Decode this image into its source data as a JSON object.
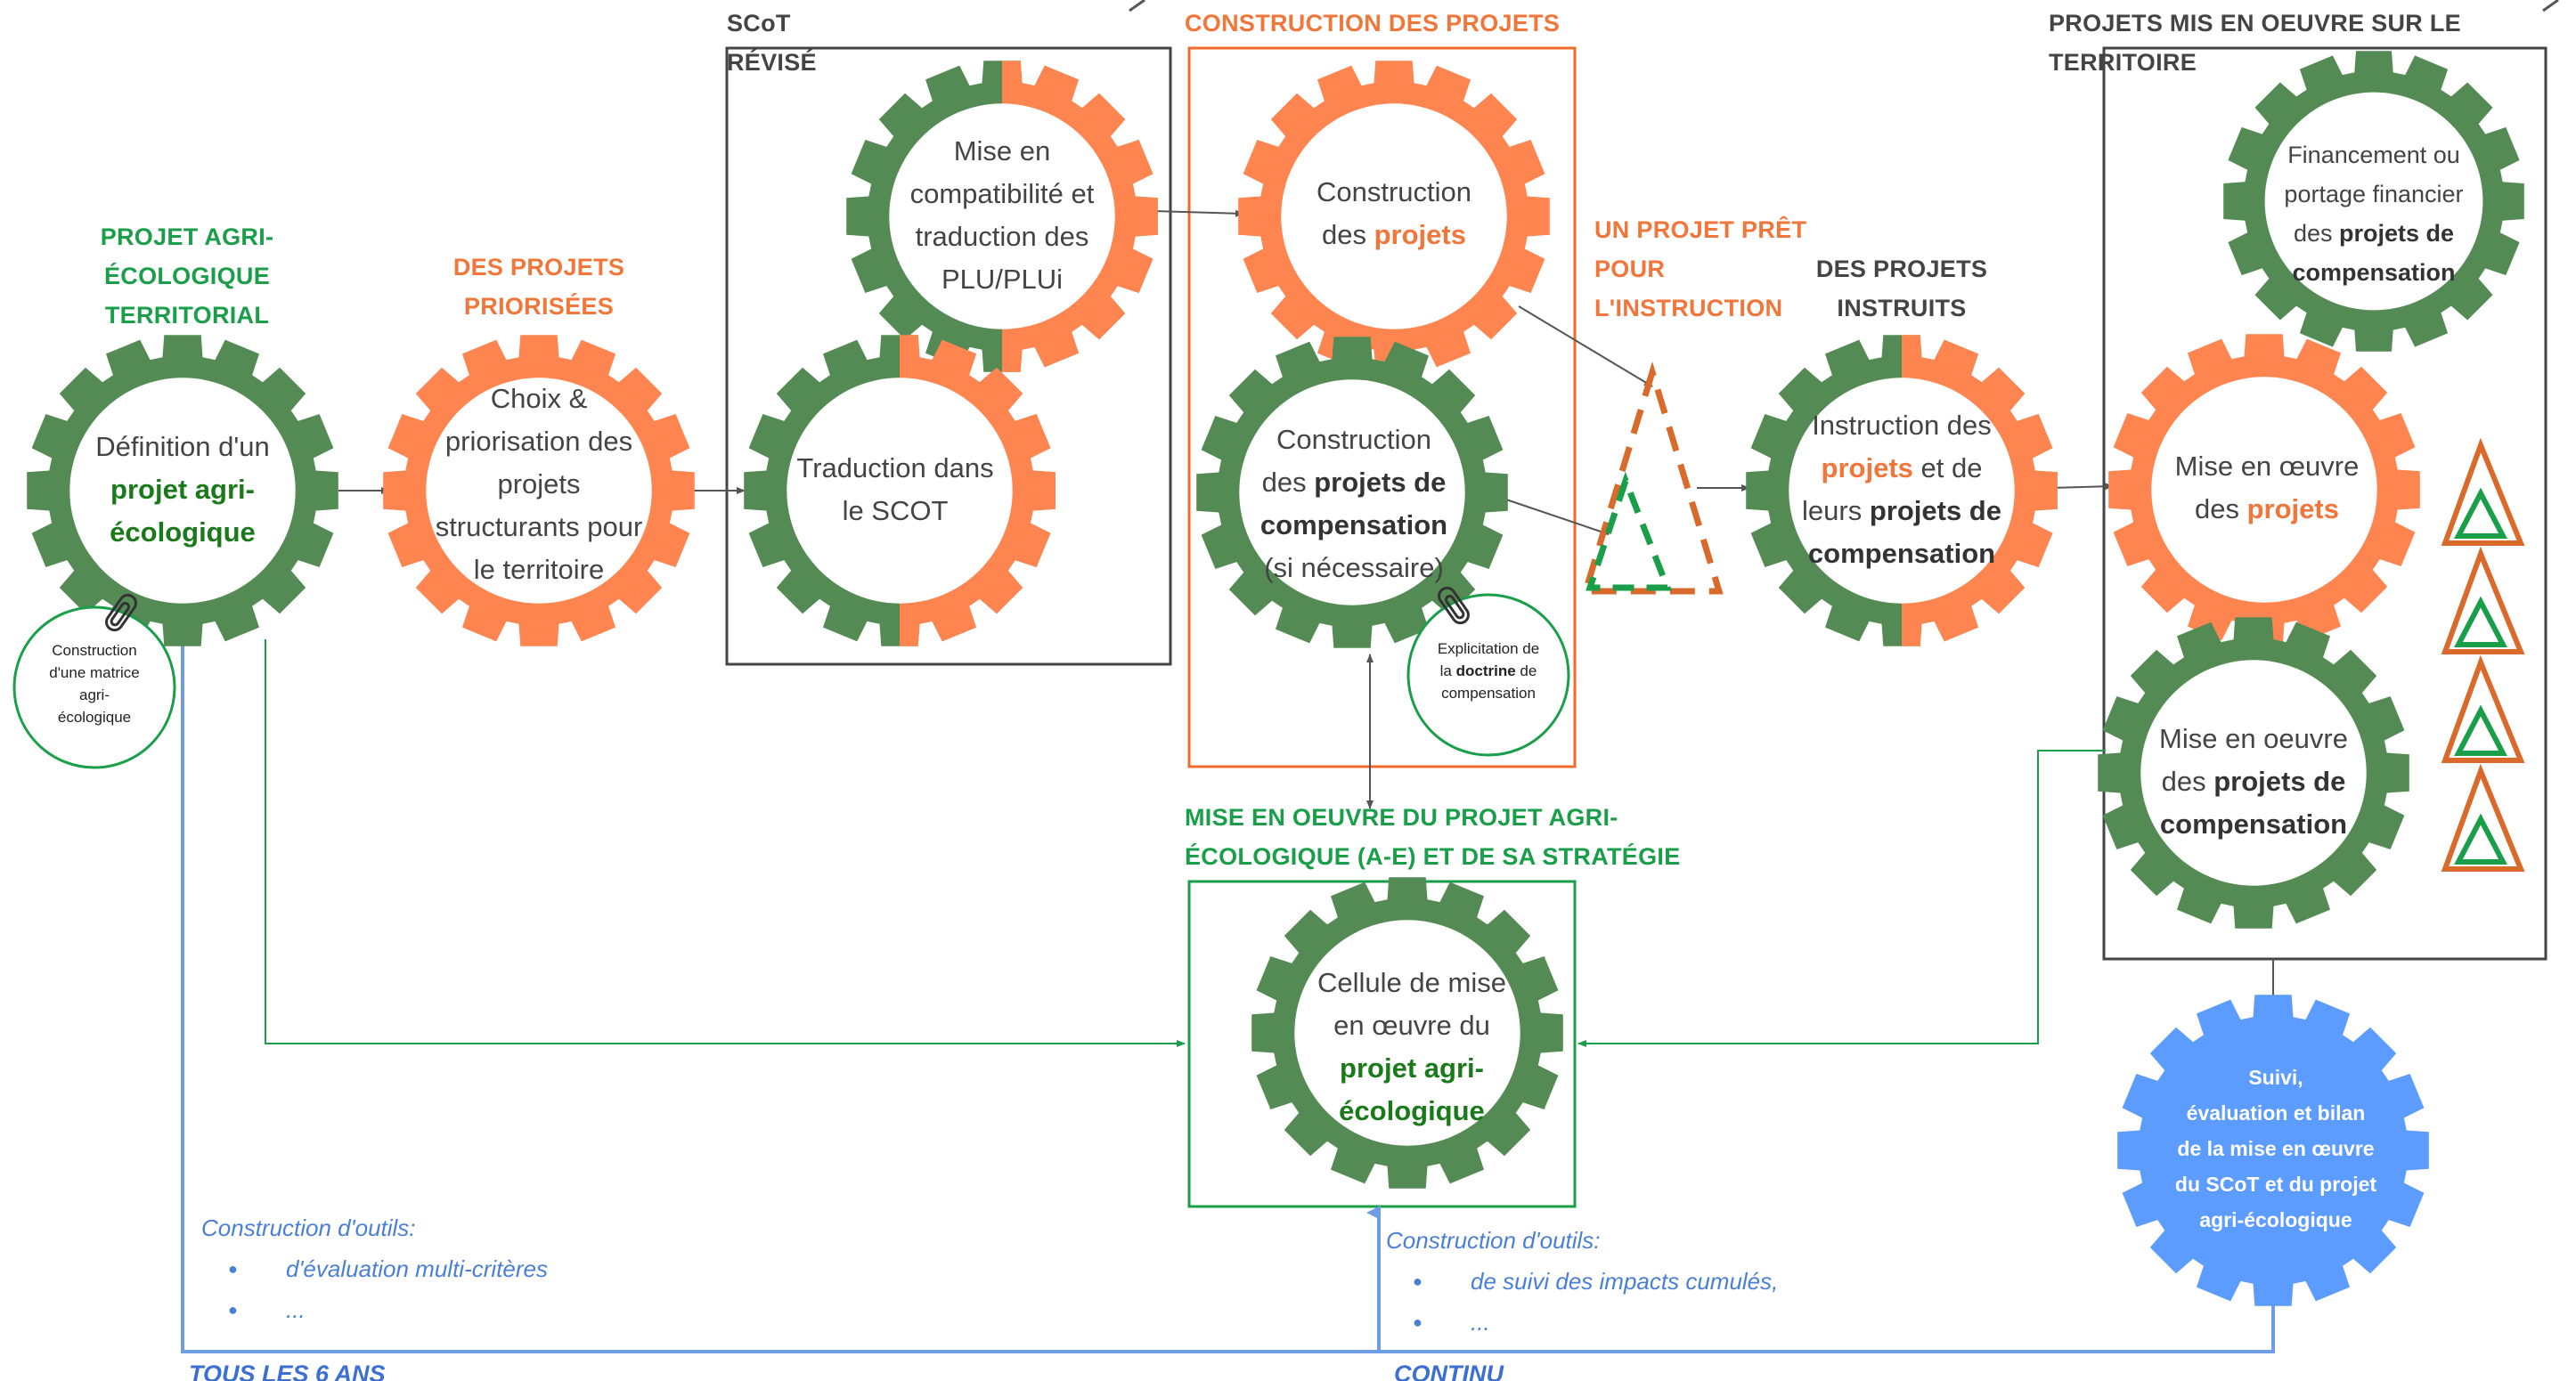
{
  "headers": {
    "scot_revise": "SCoT RÉVISÉ",
    "construction_projets": "CONSTRUCTION DES PROJETS",
    "projets_mis_en_oeuvre": "PROJETS MIS EN OEUVRE SUR LE TERRITOIRE",
    "mise_en_oeuvre_strategie": "MISE EN OEUVRE DU PROJET AGRI-\nÉCOLOGIQUE (A-E) ET DE SA STRATÉGIE"
  },
  "stage_labels": {
    "projet_agri": "PROJET AGRI-\nÉCOLOGIQUE\nTERRITORIAL",
    "projets_priorises": "DES PROJETS\nPRIORISÉES",
    "projet_pret": "UN PROJET PRÊT\nPOUR\nL'INSTRUCTION",
    "projets_instruits": "DES PROJETS\nINSTRUITS"
  },
  "gears": {
    "definition": {
      "pre": "Définition d'un",
      "bold": "projet agri-\nécologique",
      "post": ""
    },
    "choix": {
      "pre": "Choix &\npriorisation des\nprojets\nstructurants pour\nle territoire",
      "bold": "",
      "post": ""
    },
    "mise_compat": {
      "pre": "Mise en\ncompatibilité et\ntraduction des\nPLU/PLUi",
      "bold": "",
      "post": ""
    },
    "traduction": {
      "pre": "Traduction dans\nle SCOT",
      "bold": "",
      "post": ""
    },
    "construction": {
      "pre": "Construction\ndes ",
      "bold": "projets",
      "post": ""
    },
    "construction_comp": {
      "pre": "Construction\ndes ",
      "bold": "projets de\ncompensation",
      "post": "\n(si nécessaire)"
    },
    "instruction": {
      "pre": "Instruction des\n",
      "bold": "projets",
      "mid": " et de\nleurs ",
      "bold2": "projets de\ncompensation",
      "post": ""
    },
    "financement": {
      "pre": "Financement ou\nportage financier\ndes ",
      "bold": "projets de\ncompensation",
      "post": ""
    },
    "mise_projets": {
      "pre": "Mise en œuvre\ndes ",
      "bold": "projets",
      "post": ""
    },
    "mise_comp": {
      "pre": "Mise en oeuvre\ndes ",
      "bold": "projets de\ncompensation",
      "post": ""
    },
    "cellule": {
      "pre": "Cellule de mise\nen œuvre du\n",
      "bold": "projet agri-\nécologique",
      "post": ""
    },
    "suivi": {
      "pre": "Suivi,\névaluation et bilan\nde la mise en œuvre\ndu SCoT et du projet\nagri-écologique",
      "bold": "",
      "post": ""
    }
  },
  "notes": {
    "matrice": "Construction\nd'une matrice\nagri-\nécologique",
    "doctrine_pre": "Explicitation de\nla ",
    "doctrine_bold": "doctrine",
    "doctrine_post": " de\ncompensation"
  },
  "tools": {
    "left_title": "Construction d'outils:",
    "left_items": [
      "d'évaluation multi-critères",
      "..."
    ],
    "right_title": "Construction d'outils:",
    "right_items": [
      "de suivi des impacts cumulés,",
      "..."
    ]
  },
  "frequency": {
    "left": "TOUS LES 6 ANS",
    "right": "CONTINU"
  },
  "colors": {
    "orange": "#ff8550",
    "green": "#548b54",
    "dark_green_text": "#1a9e49",
    "blue": "#5c9cff",
    "arrow_blue": "#6f9ce6",
    "box_dark": "#444444",
    "box_orange": "#f06a2a",
    "box_green": "#1a9e49"
  }
}
